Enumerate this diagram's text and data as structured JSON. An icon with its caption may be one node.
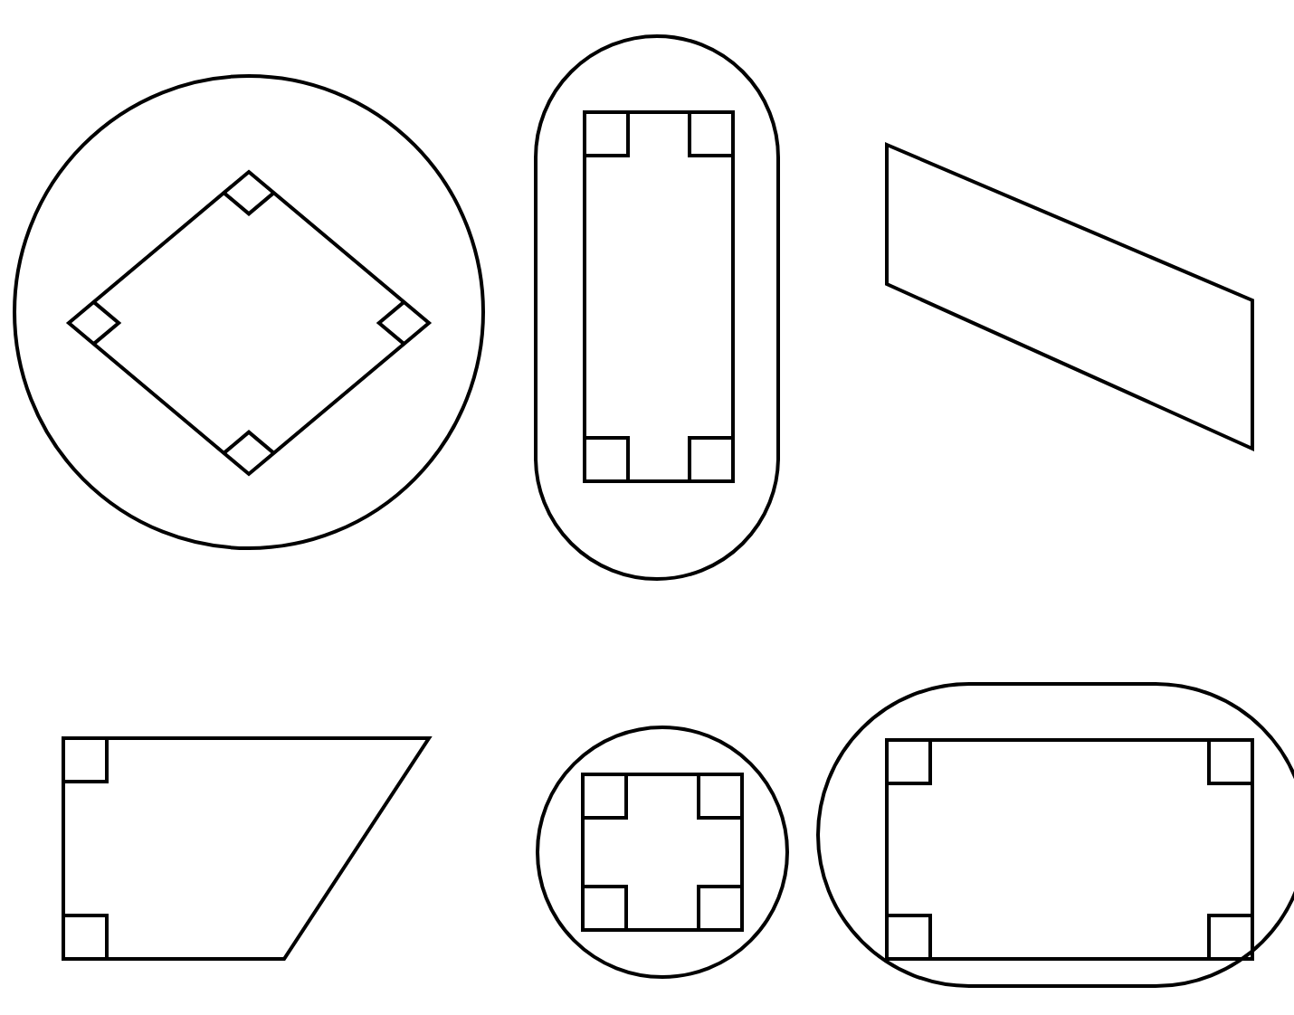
{
  "diagram": {
    "nodes": [
      {
        "text": [],
        "shape": "circle"
      },
      {
        "text": [],
        "shape": "diamond",
        "in": 0
      },
      {
        "text": [],
        "shape": "oval"
      },
      {
        "text": [],
        "shape": "box",
        "in": 2
      },
      {
        "text": [],
        "shape": "parallelogram"
      },
      {
        "text": [],
        "shape": "trapezoid"
      },
      {
        "text": [],
        "shape": "circle"
      },
      {
        "text": [],
        "shape": "box",
        "in": 6
      },
      {
        "text": [],
        "shape": "oval"
      },
      {
        "text": [],
        "shape": "box",
        "in": 8
      }
    ]
  }
}
